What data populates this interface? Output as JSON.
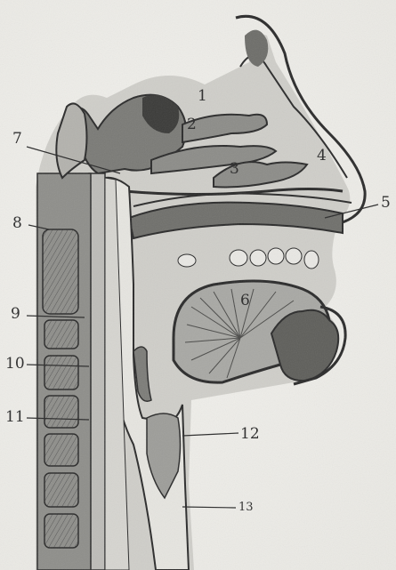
{
  "labels": {
    "l1": "1",
    "l2": "2",
    "l3": "3",
    "l4": "4",
    "l5": "5",
    "l6": "6",
    "l7": "7",
    "l8": "8",
    "l9": "9",
    "l10": "10",
    "l11": "11",
    "l12": "12",
    "l13": "13"
  },
  "colors": {
    "ink": "#2a2a2a",
    "shade": "#8a8a86",
    "paper": "#efeeea"
  }
}
